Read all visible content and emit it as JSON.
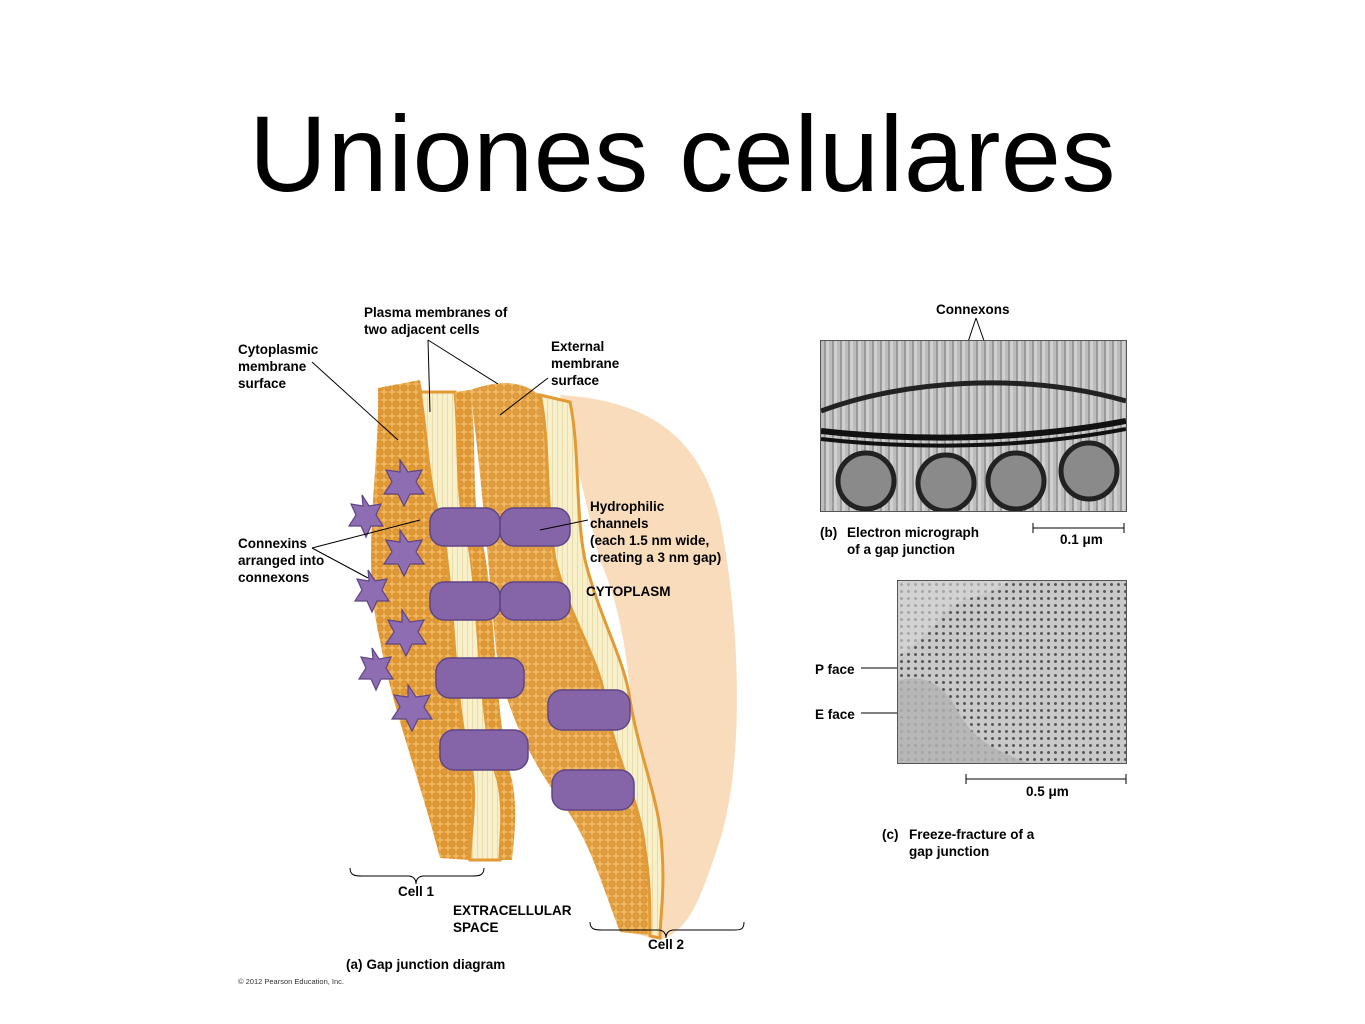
{
  "slide": {
    "title": "Uniones celulares"
  },
  "panel_a": {
    "labels": {
      "plasma_membranes": "Plasma membranes of\ntwo adjacent cells",
      "cytoplasmic_surface": "Cytoplasmic\nmembrane\nsurface",
      "external_surface": "External\nmembrane\nsurface",
      "hydrophilic_channels": "Hydrophilic\nchannels\n(each 1.5 nm wide,\ncreating a 3 nm gap)",
      "cytoplasm": "CYTOPLASM",
      "connexins": "Connexins\narranged into\nconnexons",
      "cell1": "Cell 1",
      "cell2": "Cell 2",
      "extracellular": "EXTRACELLULAR\nSPACE"
    },
    "caption_tag": "(a)",
    "caption": "Gap junction diagram",
    "copyright": "© 2012 Pearson Education, Inc."
  },
  "panel_b": {
    "top_label": "Connexons",
    "caption_tag": "(b)",
    "caption": "Electron micrograph\nof a gap junction",
    "scale": "0.1 μm"
  },
  "panel_c": {
    "p_face": "P face",
    "e_face": "E face",
    "scale": "0.5 μm",
    "caption_tag": "(c)",
    "caption": "Freeze-fracture of a\ngap junction"
  },
  "colors": {
    "lipid_head": "#e9a440",
    "lipid_tail": "#f7edc4",
    "connexin": "#8565a8",
    "connexin_dark": "#5e4585",
    "cytoplasm_wash": "#f9dcbc"
  }
}
